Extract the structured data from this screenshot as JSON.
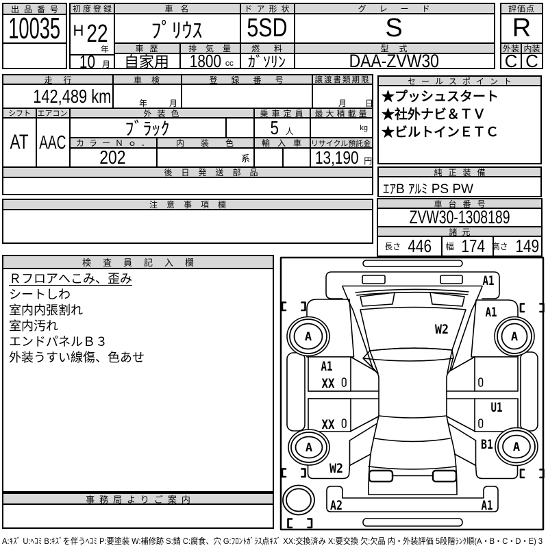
{
  "lot": {
    "label": "出品番号",
    "number": "10035"
  },
  "registration": {
    "label": "初度登録",
    "era": "H",
    "year": "22",
    "year_unit": "年",
    "month": "10",
    "month_unit": "月"
  },
  "vehicle": {
    "name_label": "車名",
    "name": "ﾌﾟﾘｳｽ",
    "door_label": "ドア形状",
    "door": "5SD",
    "grade_label": "グレード",
    "grade": "S",
    "history_label": "車歴",
    "history": "自家用",
    "displacement_label": "排気量",
    "displacement": "1800",
    "displacement_unit": "cc",
    "fuel_label": "燃料",
    "fuel": "ｶﾞｿﾘﾝ",
    "model_label": "型式",
    "model": "DAA-ZVW30"
  },
  "rating": {
    "label": "評価点",
    "score": "R",
    "exterior_label": "外装",
    "exterior": "C",
    "interior_label": "内装",
    "interior": "C"
  },
  "status": {
    "mileage_label": "走行",
    "mileage": "142,489 km",
    "inspection_label": "車検",
    "inspection_year_unit": "年",
    "inspection_month_unit": "月",
    "regno_label": "登録番号",
    "transfer_label": "譲渡書類期限",
    "transfer_month_unit": "月",
    "transfer_day_unit": "日",
    "shift_label": "シフト",
    "shift": "AT",
    "aircon_label": "エアコン",
    "aircon": "AAC",
    "extcolor_label": "外装色",
    "extcolor": "ﾌﾞﾗｯｸ",
    "capacity_label": "乗車定員",
    "capacity": "5",
    "capacity_unit": "人",
    "maxload_label": "最大積載量",
    "maxload_unit": "kg",
    "colorno_label": "カラーＮｏ．",
    "colorno": "202",
    "intcolor_label": "内装色",
    "intcolor_suffix": "系",
    "import_label": "輸入車",
    "recycle_label": "リサイクル預託金",
    "recycle": "13,190",
    "recycle_unit": "円",
    "later_parts_label": "後日発送部品"
  },
  "sales_points": {
    "label": "セールスポイント",
    "items": [
      "★プッシュスタート",
      "★社外ナビ＆ＴＶ",
      "★ビルトインＥＴＣ"
    ]
  },
  "equipment": {
    "label": "純正装備",
    "value": "ｴｱB ｱﾙﾐ PS PW"
  },
  "chassis": {
    "label": "車台番号",
    "number": "ZVW30-1308189"
  },
  "dimensions": {
    "label": "諸元",
    "length_label": "長さ",
    "length": "446",
    "width_label": "幅",
    "width": "174",
    "height_label": "高さ",
    "height": "149"
  },
  "notice": {
    "label": "注意事項欄"
  },
  "inspector": {
    "label": "検査員記入欄",
    "lines": [
      "Ｒフロアへこみ、歪み",
      "シートしわ",
      "室内内張割れ",
      "室内汚れ",
      "エンドパネルＢ３",
      "外装うすい線傷、色あせ"
    ]
  },
  "office": {
    "label": "事務局よりご案内"
  },
  "legend": "A:ｷｽﾞ U:ﾍｺﾐ B:ｷｽﾞを伴うﾍｺﾐ P:要塗装 W:補修跡 S:錆 C:腐食、穴 G:ﾌﾛﾝﾄｶﾞﾗｽ点ｷｽﾞ XX:交換済み X:要交換 欠:欠品 内・外装評価 5段階ﾗﾝｸ順(A・B・C・D・E) 3",
  "diagram": {
    "codes": {
      "front_bumper": "A1",
      "right_front_fender": "A1",
      "windshield": "W2",
      "left_front_door_top": "A1",
      "left_front_door_bottom": "XX",
      "left_rear_door": "XX",
      "right_rear_door": "U1",
      "right_quarter_panel": "B1",
      "left_quarter_panel": "W2",
      "rear_bumper_left": "A2",
      "rear_bumper_right": "A1",
      "wheel_front_left": "A",
      "wheel_front_right": "A",
      "wheel_rear_left": "A",
      "wheel_rear_right": "A"
    }
  }
}
